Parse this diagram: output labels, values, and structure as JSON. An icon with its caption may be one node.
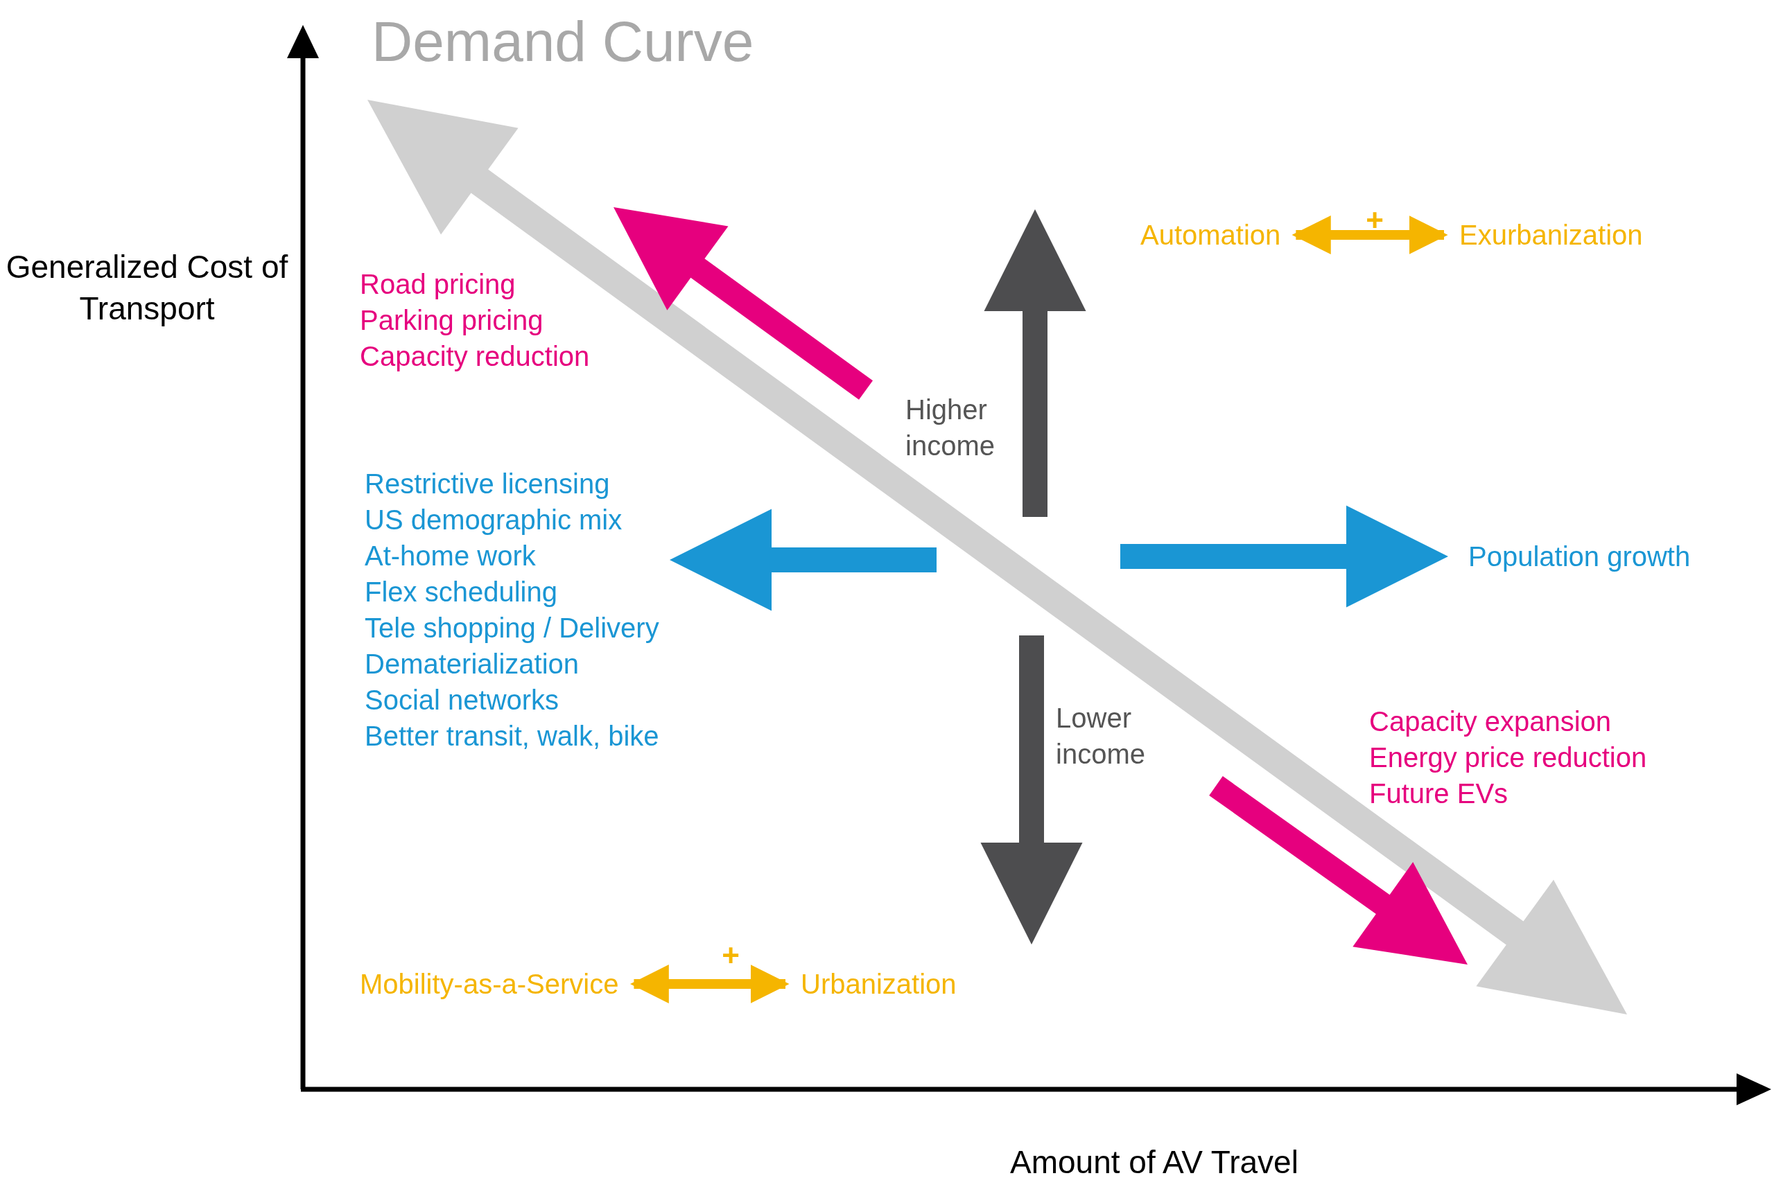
{
  "diagram": {
    "title": "Demand Curve",
    "nodes": [
      {
        "text": [
          "Automation"
        ]
      },
      {
        "text": [
          "Exurbanization"
        ]
      },
      {
        "text": [
          "Mobility-as-a-Service"
        ]
      },
      {
        "text": [
          "Urbanization"
        ]
      }
    ],
    "edges": [
      {
        "from": 0,
        "to": 1,
        "arrow": "both"
      },
      {
        "from": 2,
        "to": 3,
        "arrow": "both"
      }
    ],
    "labels": [
      "+",
      "Generalized Cost of Transport",
      "Road pricing",
      "Parking pricing",
      "Capacity reduction",
      "Higher income",
      "Restrictive licensing",
      "US demographic mix",
      "At-home work",
      "Flex scheduling",
      "Tele shopping / Delivery",
      "Dematerialization",
      "Social networks",
      "Better transit, walk, bike",
      "Population growth",
      "Lower income",
      "Capacity expansion",
      "Energy price reduction",
      "Future EVs",
      "+",
      "Amount of AV Travel"
    ]
  }
}
